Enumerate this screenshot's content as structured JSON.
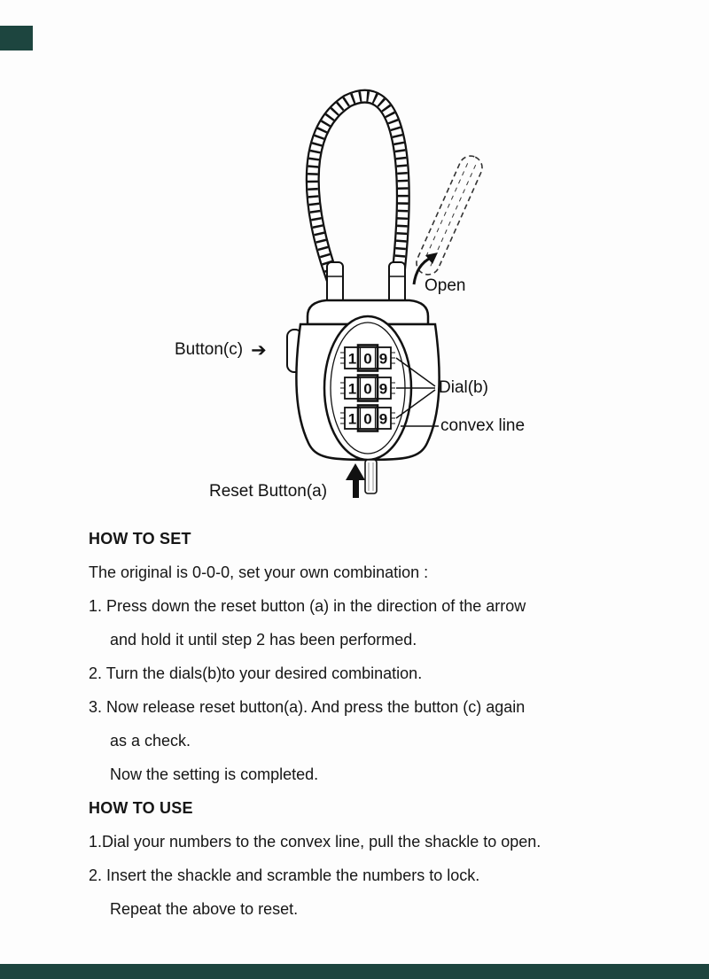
{
  "page": {
    "accent_color": "#1d453f",
    "background": "#fdfdfd"
  },
  "diagram": {
    "labels": {
      "button_c": "Button(c)",
      "open": "Open",
      "dial_b": "Dial(b)",
      "convex_line": "convex line",
      "reset_button": "Reset Button(a)"
    },
    "icons": {
      "button_c_arrow": "➔"
    },
    "dial_digits": [
      [
        "1",
        "0",
        "9"
      ],
      [
        "1",
        "0",
        "9"
      ],
      [
        "1",
        "0",
        "9"
      ]
    ]
  },
  "instructions": {
    "how_to_set": {
      "title": "HOW TO SET",
      "lines": [
        "The original is 0-0-0, set your own combination :",
        "1. Press down the reset button (a) in the direction of the arrow",
        "and hold it until step 2 has been performed.",
        "2. Turn the dials(b)to your desired combination.",
        "3. Now release reset button(a). And press the button (c) again",
        "as a check.",
        "Now the setting is completed."
      ]
    },
    "how_to_use": {
      "title": "HOW TO USE",
      "lines": [
        "1.Dial your numbers to the convex line, pull the shackle to open.",
        "2. Insert the shackle and scramble the numbers to lock.",
        "Repeat the above to reset."
      ]
    }
  }
}
